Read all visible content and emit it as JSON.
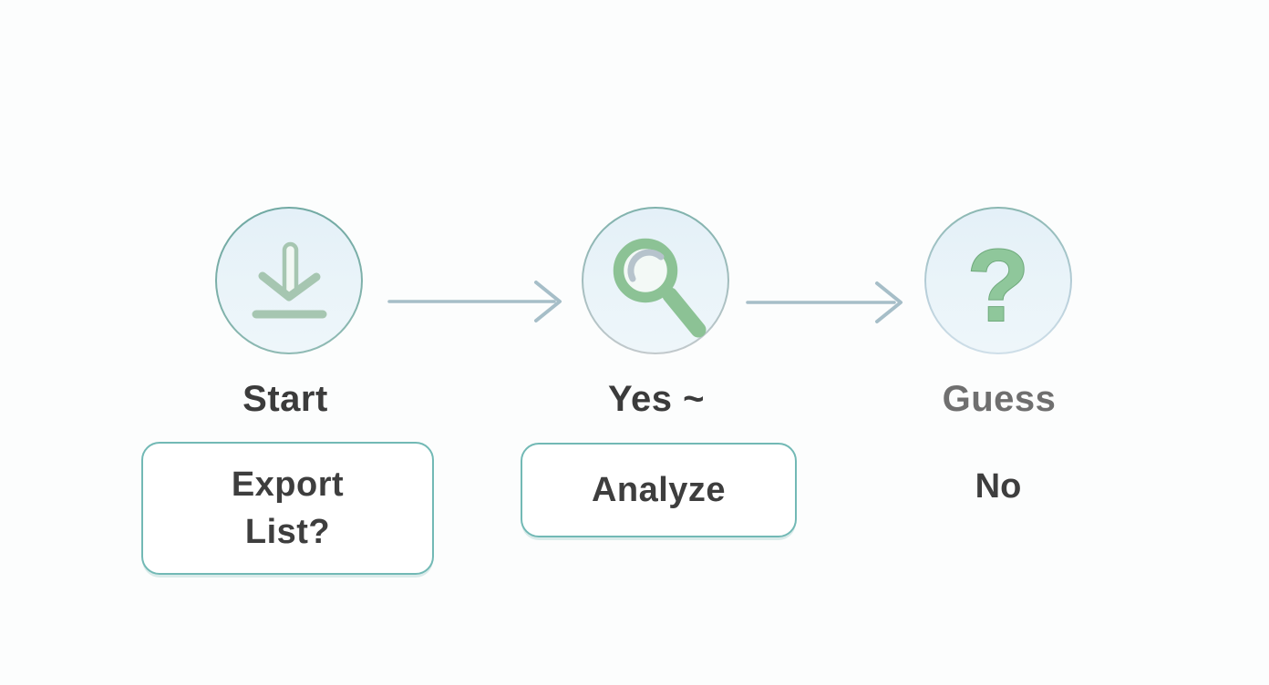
{
  "background_color": "#fcfdfd",
  "colors": {
    "node_fill_top": "#e4f0f8",
    "node_fill_bottom": "#eef6fa",
    "node_border_teal": "#6fa8a2",
    "node_border_blue": "#cfdfe9",
    "box_border_teal": "#72b9b5",
    "icon_green": "#8cc295",
    "icon_sage_green": "#a6c6b1",
    "icon_highlight_gray": "#b6c3cc",
    "arrow_gray_blue": "#a6bec8",
    "label_dark": "#3b3b3b",
    "label_gray": "#6f6f6f"
  },
  "nodes": [
    {
      "label": "Start",
      "icon": "download-icon"
    },
    {
      "label": "Yes ~",
      "icon": "magnifier-icon"
    },
    {
      "label": "Guess",
      "icon": "question-mark-icon"
    }
  ],
  "boxes": [
    {
      "lines": [
        "Export",
        "List?"
      ]
    },
    {
      "lines": [
        "Analyze"
      ]
    }
  ],
  "texts": {
    "no_label": "No"
  },
  "icons": {
    "question_glyph": "?"
  }
}
